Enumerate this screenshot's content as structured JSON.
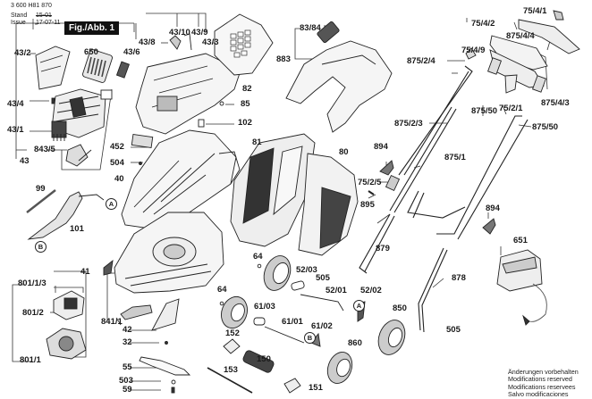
{
  "header": {
    "part_number": "3 600 H81 870",
    "stand_label": "Stand",
    "issue_label": "Issue",
    "stand_value": "15-01",
    "issue_value": "17-07-11",
    "figure_label": "Fig./Abb. 1"
  },
  "labels": {
    "l43_2": "43/2",
    "l650": "650",
    "l43_6": "43/6",
    "l43_8": "43/8",
    "l43_10": "43/10",
    "l43_9": "43/9",
    "l43_3": "43/3",
    "l82": "82",
    "l85": "85",
    "l102": "102",
    "l83_84": "83/84",
    "l883": "883",
    "l43_4": "43/4",
    "l43_1": "43/1",
    "l843_5": "843/5",
    "l43": "43",
    "l452": "452",
    "l504": "504",
    "l40": "40",
    "l99": "99",
    "l101": "101",
    "l81": "81",
    "l80": "80",
    "l75_4_1": "75/4/1",
    "l75_4_2": "75/4/2",
    "l875_4_4": "875/4/4",
    "l75_4_9": "75/4/9",
    "l875_2_4": "875/2/4",
    "l875_4_3": "875/4/3",
    "l875_50a": "875/50",
    "l75_2_1": "75/2/1",
    "l875_50b": "875/50",
    "l875_2_3": "875/2/3",
    "l875_1": "875/1",
    "l894a": "894",
    "l75_2_5": "75/2/5",
    "l895": "895",
    "l894b": "894",
    "l879": "879",
    "l651": "651",
    "l878": "878",
    "l41": "41",
    "l801_1_3": "801/1/3",
    "l801_2": "801/2",
    "l801_1": "801/1",
    "l841_1": "841/1",
    "l42": "42",
    "l32": "32",
    "l55": "55",
    "l503": "503",
    "l59": "59",
    "l64a": "64",
    "l64b": "64",
    "l52_03": "52/03",
    "l505a": "505",
    "l52_01": "52/01",
    "l52_02": "52/02",
    "l61_03": "61/03",
    "l61_01": "61/01",
    "l61_02": "61/02",
    "l152": "152",
    "l150": "150",
    "l153": "153",
    "l151": "151",
    "l850": "850",
    "l860": "860",
    "l505b": "505"
  },
  "callouts": {
    "a1": "A",
    "b1": "B",
    "a2": "A",
    "b2": "B"
  },
  "notes": [
    "Änderungen vorbehalten",
    "Modifications reserved",
    "Modifications reservees",
    "Salvo modificaciones"
  ]
}
